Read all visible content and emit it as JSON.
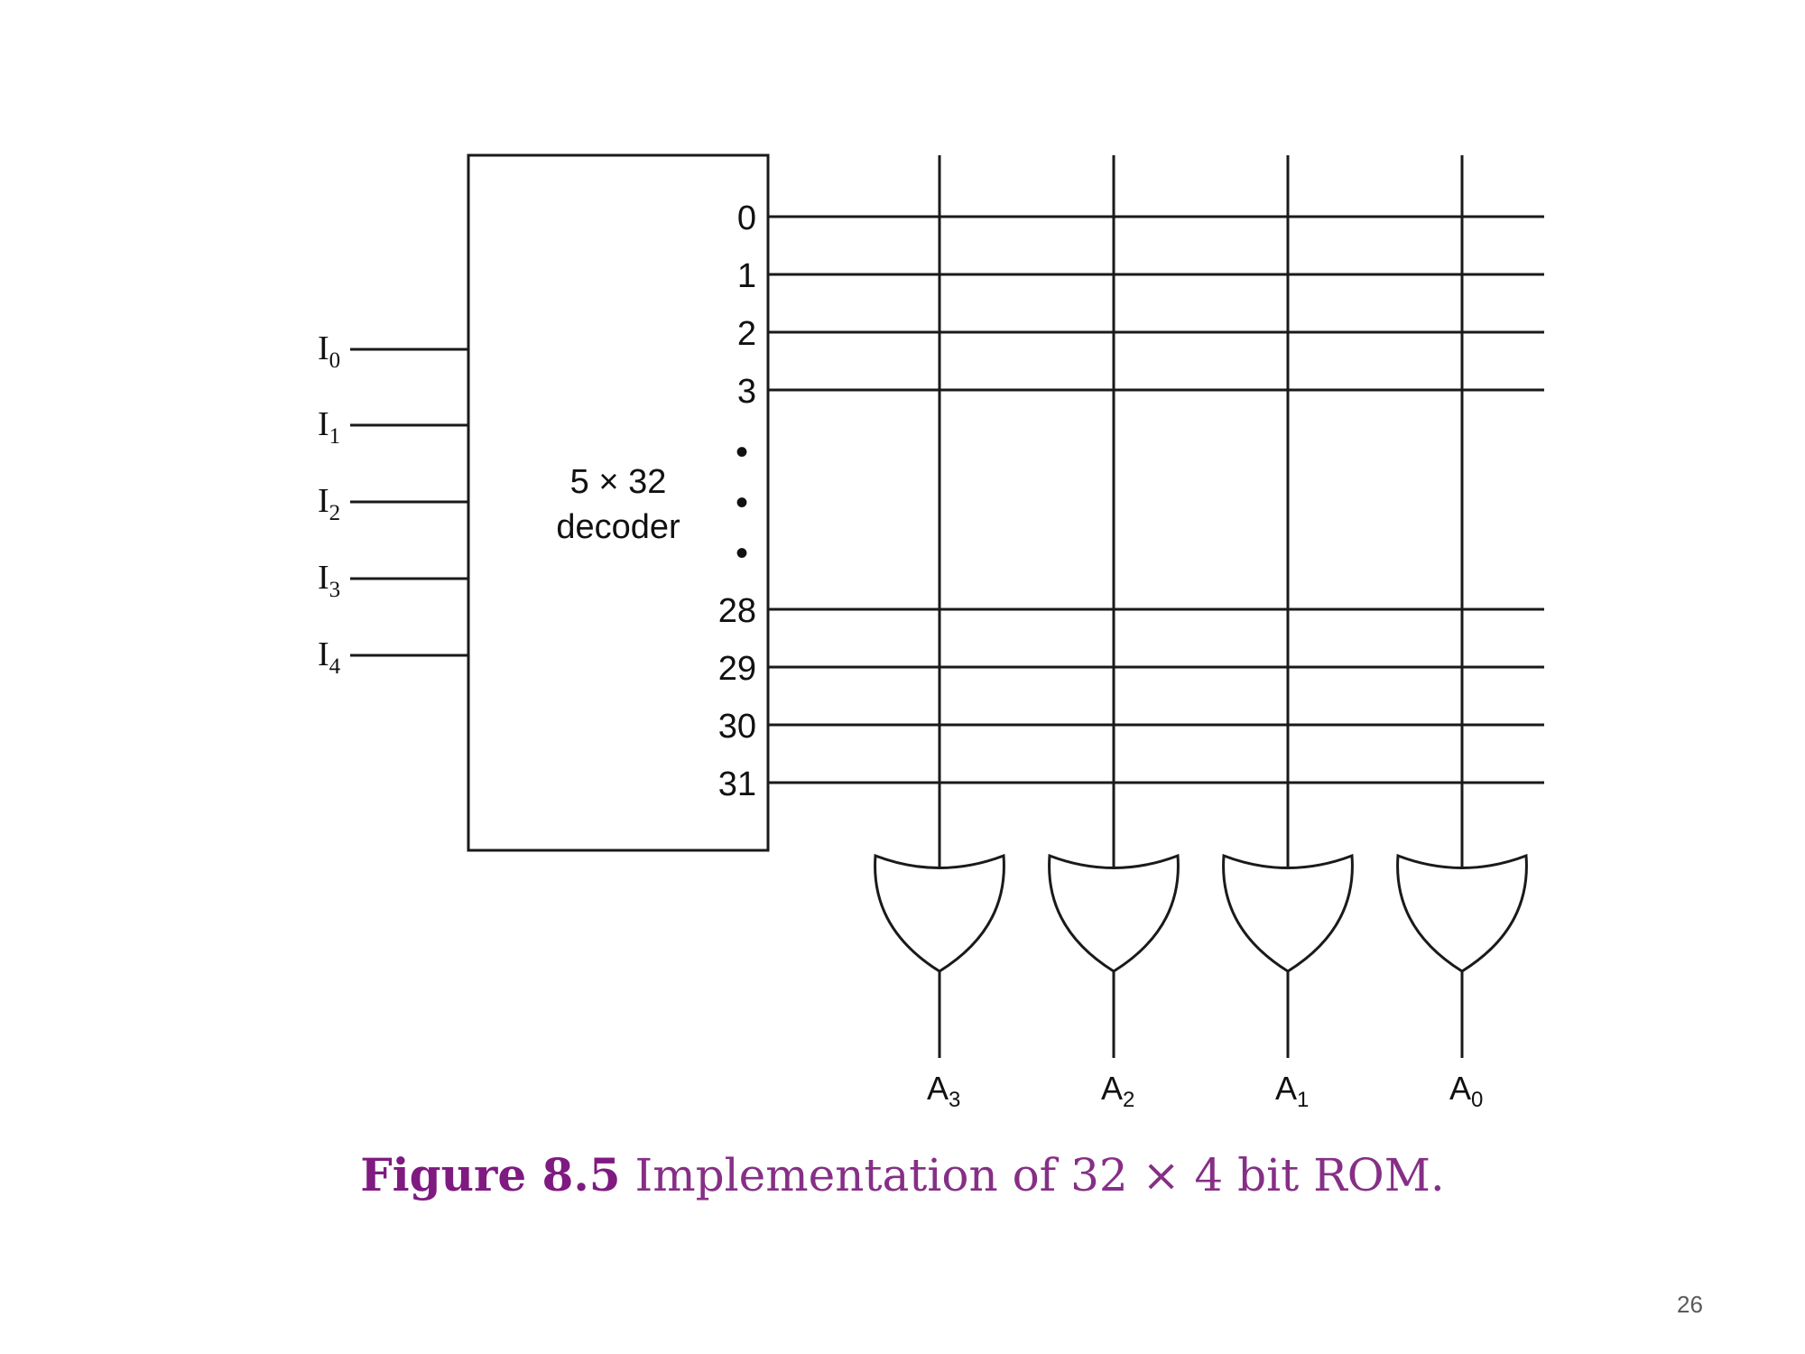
{
  "diagram": {
    "decoder": {
      "line1": "5 × 32",
      "line2": "decoder"
    },
    "inputs": [
      {
        "base": "I",
        "sub": "0"
      },
      {
        "base": "I",
        "sub": "1"
      },
      {
        "base": "I",
        "sub": "2"
      },
      {
        "base": "I",
        "sub": "3"
      },
      {
        "base": "I",
        "sub": "4"
      }
    ],
    "output_lines_top": [
      "0",
      "1",
      "2",
      "3"
    ],
    "ellipsis": [
      "•",
      "•",
      "•"
    ],
    "output_lines_bottom": [
      "28",
      "29",
      "30",
      "31"
    ],
    "or_gate_outputs": [
      {
        "base": "A",
        "sub": "3"
      },
      {
        "base": "A",
        "sub": "2"
      },
      {
        "base": "A",
        "sub": "1"
      },
      {
        "base": "A",
        "sub": "0"
      }
    ]
  },
  "caption": {
    "figure_number": "Figure 8.5",
    "text": " Implementation of 32 × 4 bit ROM."
  },
  "page_number": "26"
}
